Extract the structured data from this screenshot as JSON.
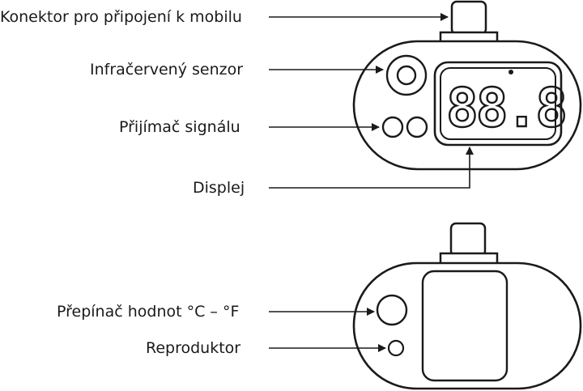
{
  "labels": {
    "connector": "Konektor pro připojení k mobilu",
    "ir_sensor": "Infračervený senzor",
    "receiver": "Přijímač signálu",
    "display": "Displej",
    "unit_switch": "Přepínač hodnot °C – °F",
    "speaker": "Reproduktor"
  },
  "display_readout": "88.8",
  "colors": {
    "line": "#1a1a1a",
    "background": "#ffffff"
  }
}
